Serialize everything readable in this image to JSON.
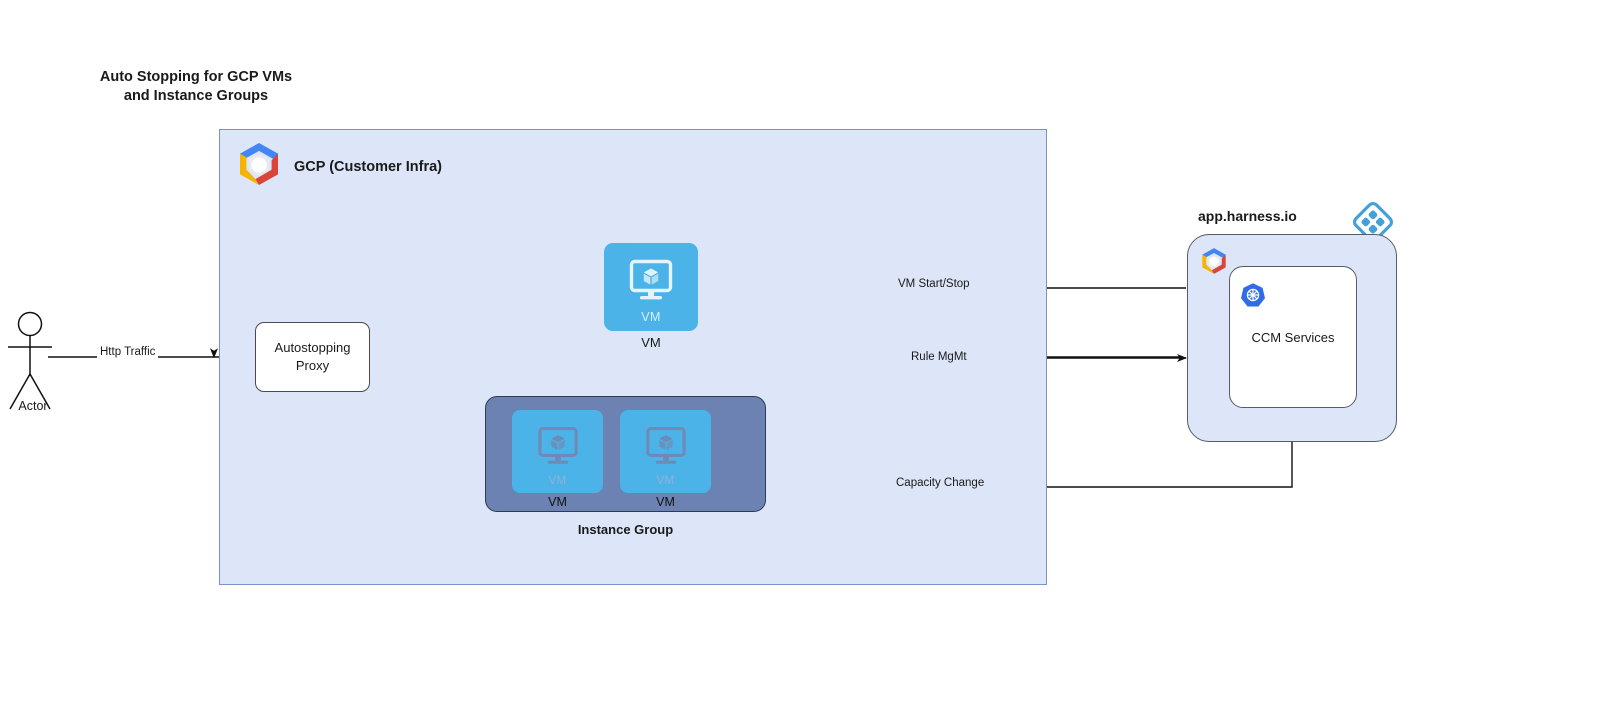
{
  "title": "Auto Stopping for GCP VMs\nand Instance Groups",
  "colors": {
    "gcp_container_fill": "#dce6f8",
    "gcp_container_stroke": "#7b92c4",
    "vm_tile": "#4bb3e8",
    "instance_group_fill": "#6c82b2",
    "instance_group_stroke": "#2f3b52",
    "harness_blue": "#45a0da",
    "kubernetes_blue": "#326ce5",
    "edge_stroke": "#1a1a1a",
    "proxy_fill": "#ffffff"
  },
  "actor": {
    "label": "Actor",
    "icon": "stick-figure-actor-icon"
  },
  "gcp": {
    "title": "GCP (Customer Infra)",
    "logo": "gcp-hexagon-logo",
    "proxy": {
      "label": "Autostopping\nProxy"
    },
    "vm": {
      "inner_label": "VM",
      "caption": "VM",
      "icon": "vm-monitor-cube-icon"
    },
    "instance_group": {
      "caption": "Instance Group",
      "vms": [
        {
          "inner_label": "VM",
          "caption": "VM",
          "icon": "vm-monitor-cube-icon"
        },
        {
          "inner_label": "VM",
          "caption": "VM",
          "icon": "vm-monitor-cube-icon"
        }
      ]
    }
  },
  "harness": {
    "title": "app.harness.io",
    "logo": "harness-diamond-logo",
    "gcp_logo": "gcp-hexagon-logo",
    "ccm": {
      "label": "CCM Services",
      "icon": "kubernetes-logo"
    }
  },
  "edges": [
    {
      "id": "http-traffic",
      "label": "Http Traffic",
      "from": "actor",
      "to": "autostopping-proxy"
    },
    {
      "id": "vm-start-stop",
      "label": "VM Start/Stop",
      "from": "ccm-services",
      "to": "vm"
    },
    {
      "id": "rule-mgmt",
      "label": "Rule MgMt",
      "from": "ccm-services",
      "to": "autostopping-proxy"
    },
    {
      "id": "capacity-change",
      "label": "Capacity Change",
      "from": "ccm-services",
      "to": "instance-group"
    },
    {
      "id": "proxy-to-vm",
      "label": "",
      "from": "autostopping-proxy",
      "to": "vm"
    },
    {
      "id": "proxy-to-ig",
      "label": "",
      "from": "autostopping-proxy",
      "to": "instance-group"
    },
    {
      "id": "proxy-to-harness",
      "label": "",
      "from": "autostopping-proxy",
      "to": "ccm-services"
    }
  ]
}
